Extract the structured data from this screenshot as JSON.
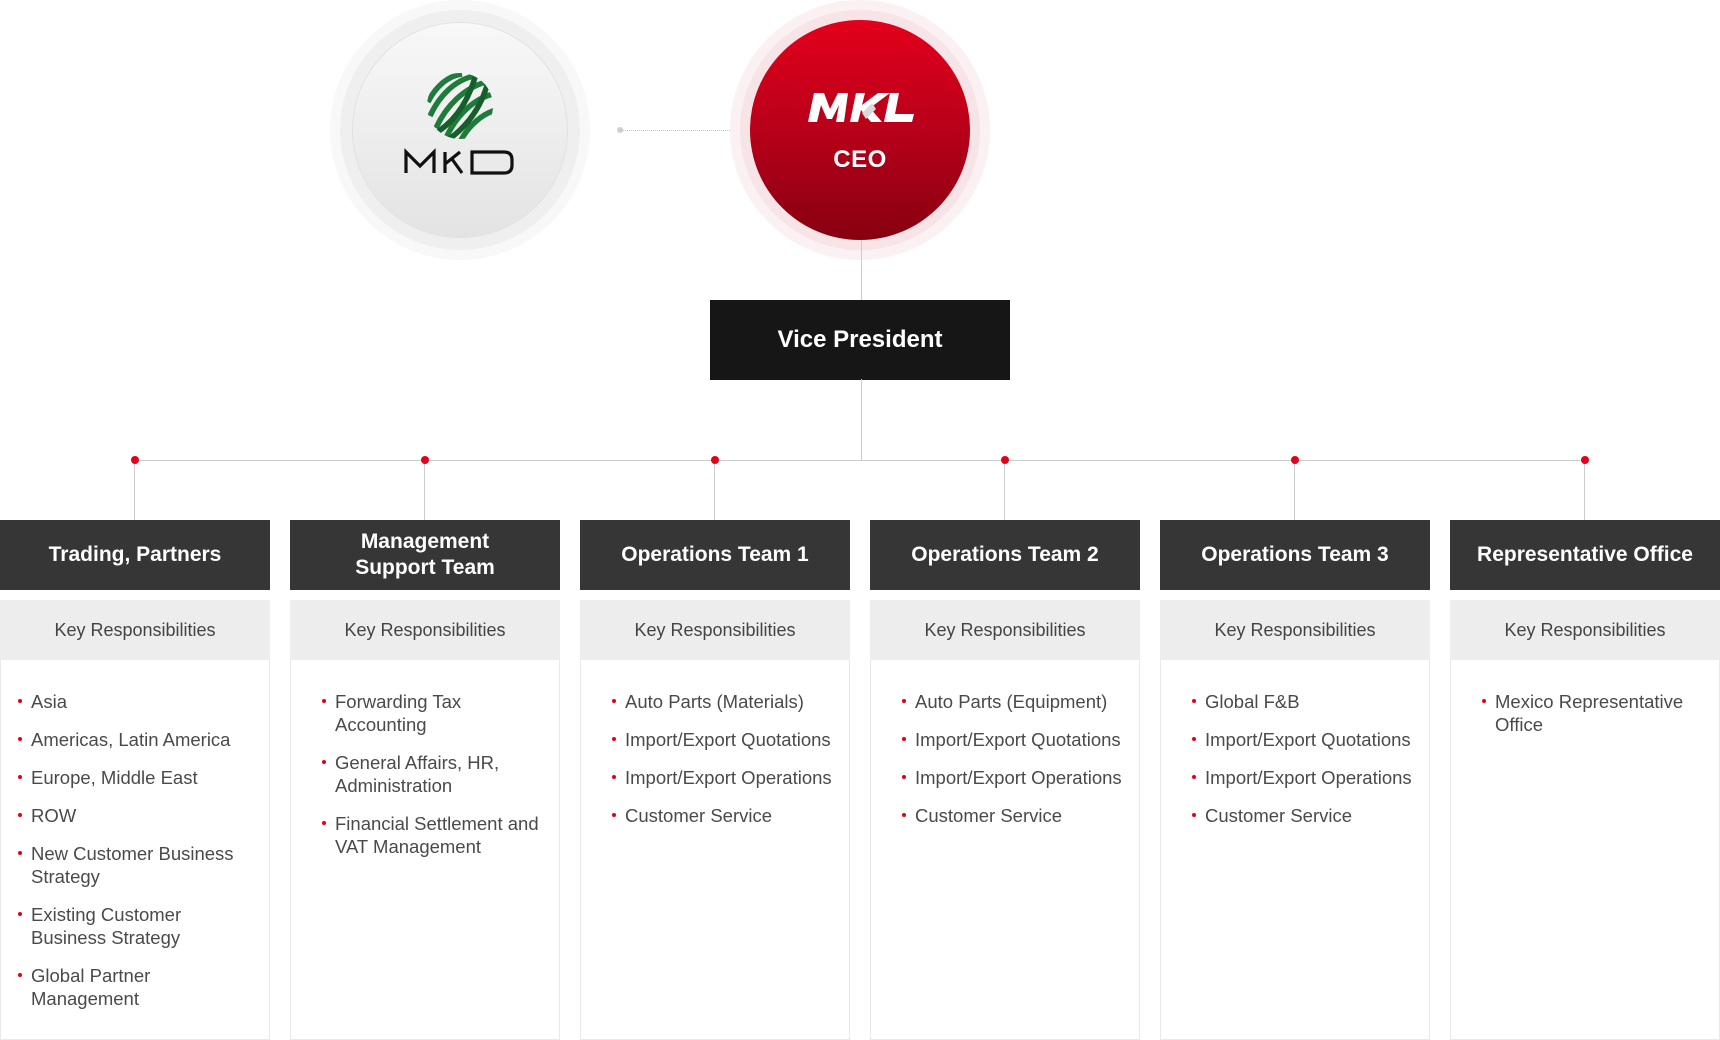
{
  "top": {
    "partner_logo": {
      "name": "MKD",
      "icon": "mkd-globe-logo-icon",
      "color": "#1e7b3c"
    },
    "ceo": {
      "logo_text": "MKL",
      "icon": "mkl-logo-icon",
      "label": "CEO",
      "color": "#e2001a"
    }
  },
  "vice_president": {
    "label": "Vice President"
  },
  "colors": {
    "accent": "#e2001a",
    "header_bg": "#363636",
    "vp_bg": "#161616",
    "band_bg": "#ededed",
    "line": "#cccccc"
  },
  "departments": [
    {
      "title": "Trading, Partners",
      "subheader": "Key Responsibilities",
      "items": [
        "Asia",
        "Americas, Latin America",
        "Europe, Middle East",
        "ROW",
        "New Customer Business Strategy",
        "Existing Customer Business Strategy",
        "Global Partner Management"
      ]
    },
    {
      "title": "Management\nSupport Team",
      "subheader": "Key Responsibilities",
      "items": [
        "Forwarding Tax Accounting",
        "General Affairs, HR, Administration",
        "Financial Settlement and VAT Management"
      ]
    },
    {
      "title": "Operations Team 1",
      "subheader": "Key Responsibilities",
      "items": [
        "Auto Parts (Materials)",
        "Import/Export Quotations",
        "Import/Export Operations",
        "Customer Service"
      ]
    },
    {
      "title": "Operations Team 2",
      "subheader": "Key Responsibilities",
      "items": [
        "Auto Parts (Equipment)",
        "Import/Export Quotations",
        "Import/Export Operations",
        "Customer Service"
      ]
    },
    {
      "title": "Operations Team 3",
      "subheader": "Key Responsibilities",
      "items": [
        "Global F&B",
        "Import/Export Quotations",
        "Import/Export Operations",
        "Customer Service"
      ]
    },
    {
      "title": "Representative Office",
      "subheader": "Key Responsibilities",
      "items": [
        "Mexico Representative Office"
      ]
    }
  ]
}
